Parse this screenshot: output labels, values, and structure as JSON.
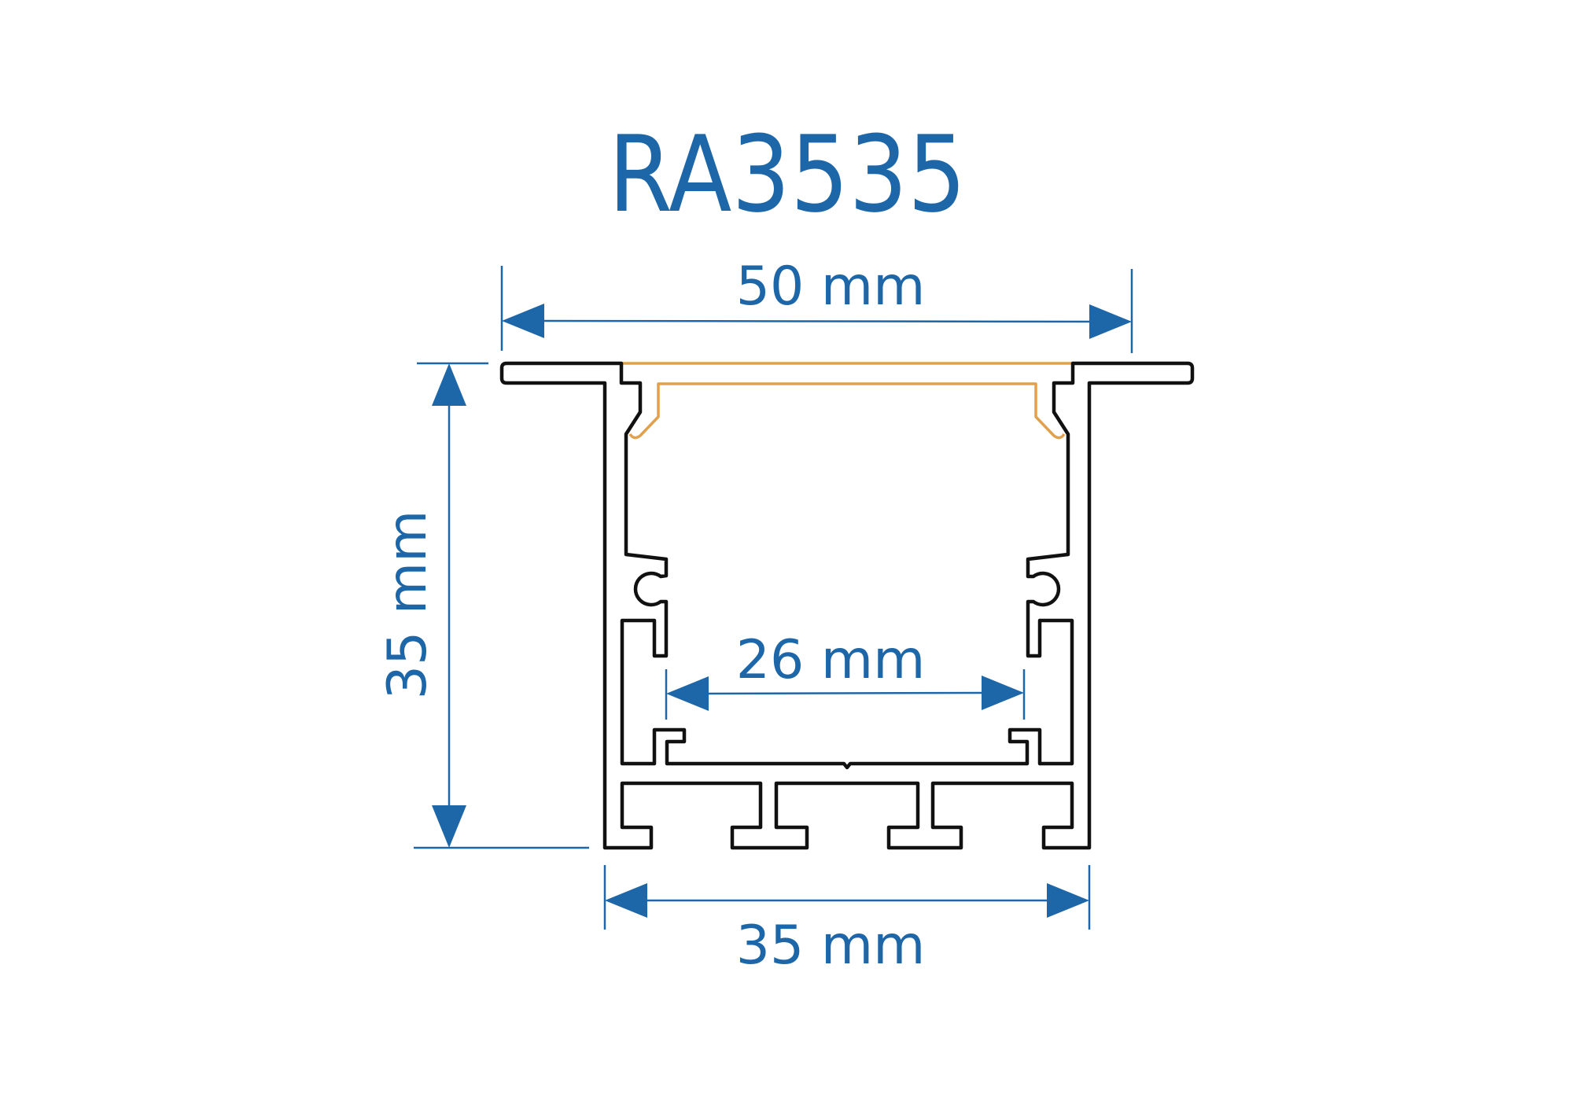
{
  "title": "RA3535",
  "dimensions": {
    "overall_width": "50 mm",
    "height": "35 mm",
    "body_width": "35 mm",
    "inner_width": "26 mm"
  },
  "colors": {
    "dimension": "#1d66a8",
    "profile": "#111111",
    "diffuser": "#e0a04e"
  }
}
